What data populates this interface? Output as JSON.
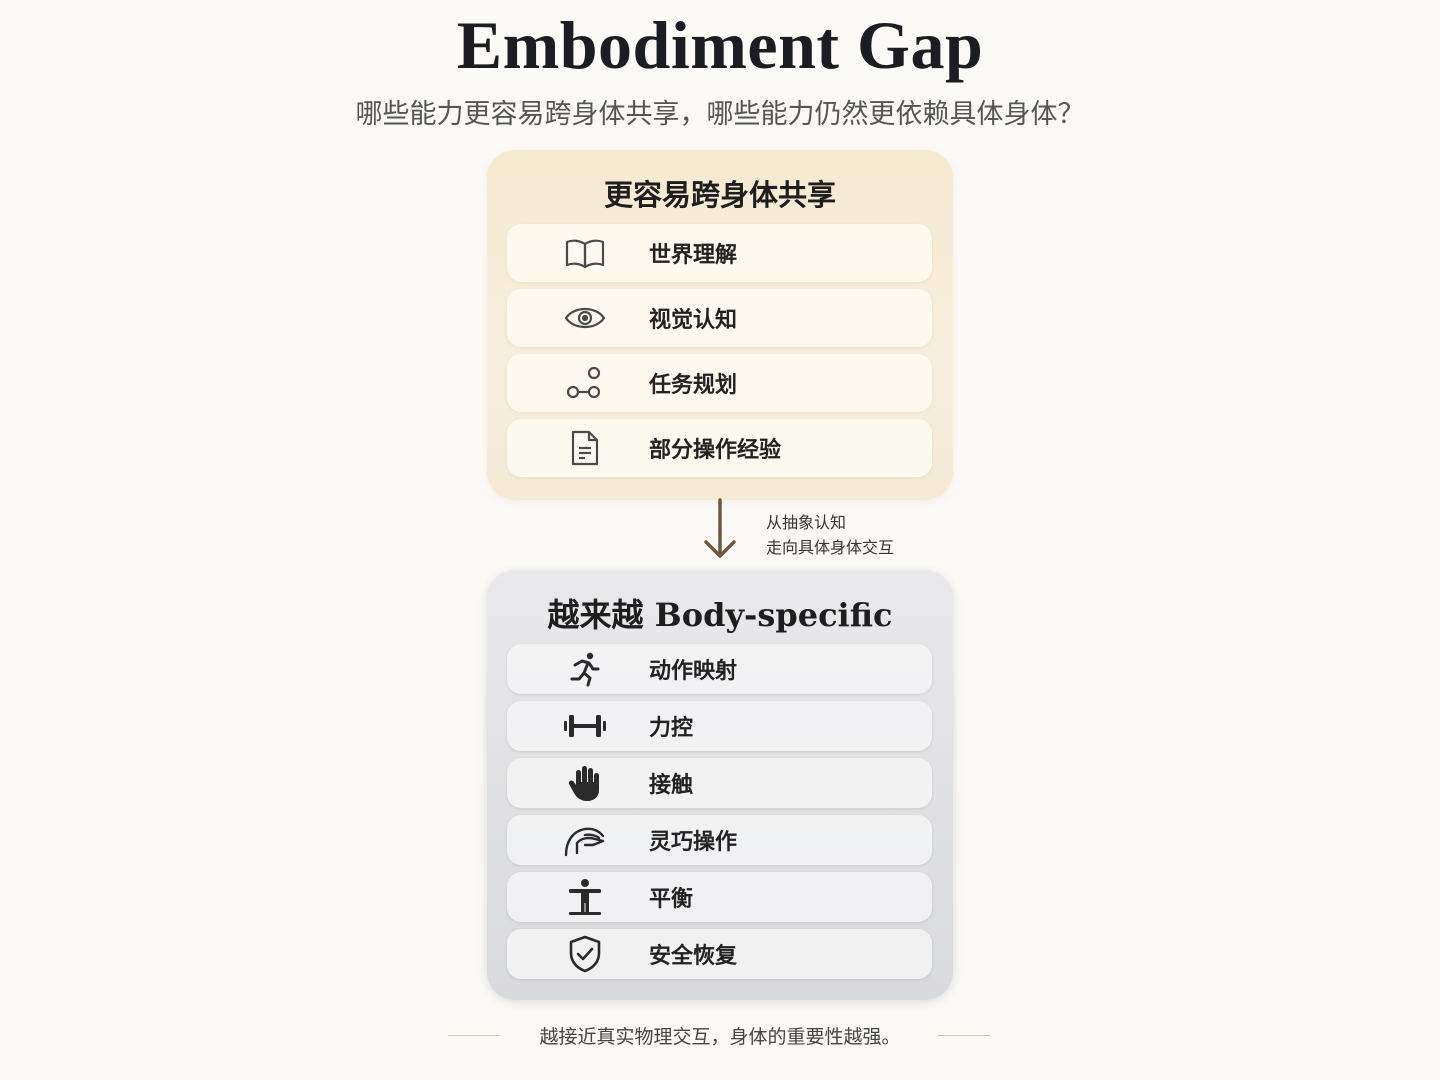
{
  "title": "Embodiment Gap",
  "subtitle": "哪些能力更容易跨身体共享，哪些能力仍然更依赖具体身体？",
  "shared_panel": {
    "title": "更容易跨身体共享",
    "items": [
      {
        "label": "世界理解",
        "icon": "open-book-icon"
      },
      {
        "label": "视觉认知",
        "icon": "eye-icon"
      },
      {
        "label": "任务规划",
        "icon": "node-graph-icon"
      },
      {
        "label": "部分操作经验",
        "icon": "document-icon"
      }
    ],
    "color": "#f6ead0"
  },
  "arrow": {
    "note_line1": "从抽象认知",
    "note_line2": "走向具体身体交互",
    "color": "#6e5a3e"
  },
  "specific_panel": {
    "title": "越来越 Body-specific",
    "items": [
      {
        "label": "动作映射",
        "icon": "running-person-icon"
      },
      {
        "label": "力控",
        "icon": "dumbbell-icon"
      },
      {
        "label": "接触",
        "icon": "hand-icon"
      },
      {
        "label": "灵巧操作",
        "icon": "grasping-hand-icon"
      },
      {
        "label": "平衡",
        "icon": "balance-person-icon"
      },
      {
        "label": "安全恢复",
        "icon": "shield-check-icon"
      }
    ],
    "color": "#dcdde0"
  },
  "footer": "越接近真实物理交互，身体的重要性越强。"
}
